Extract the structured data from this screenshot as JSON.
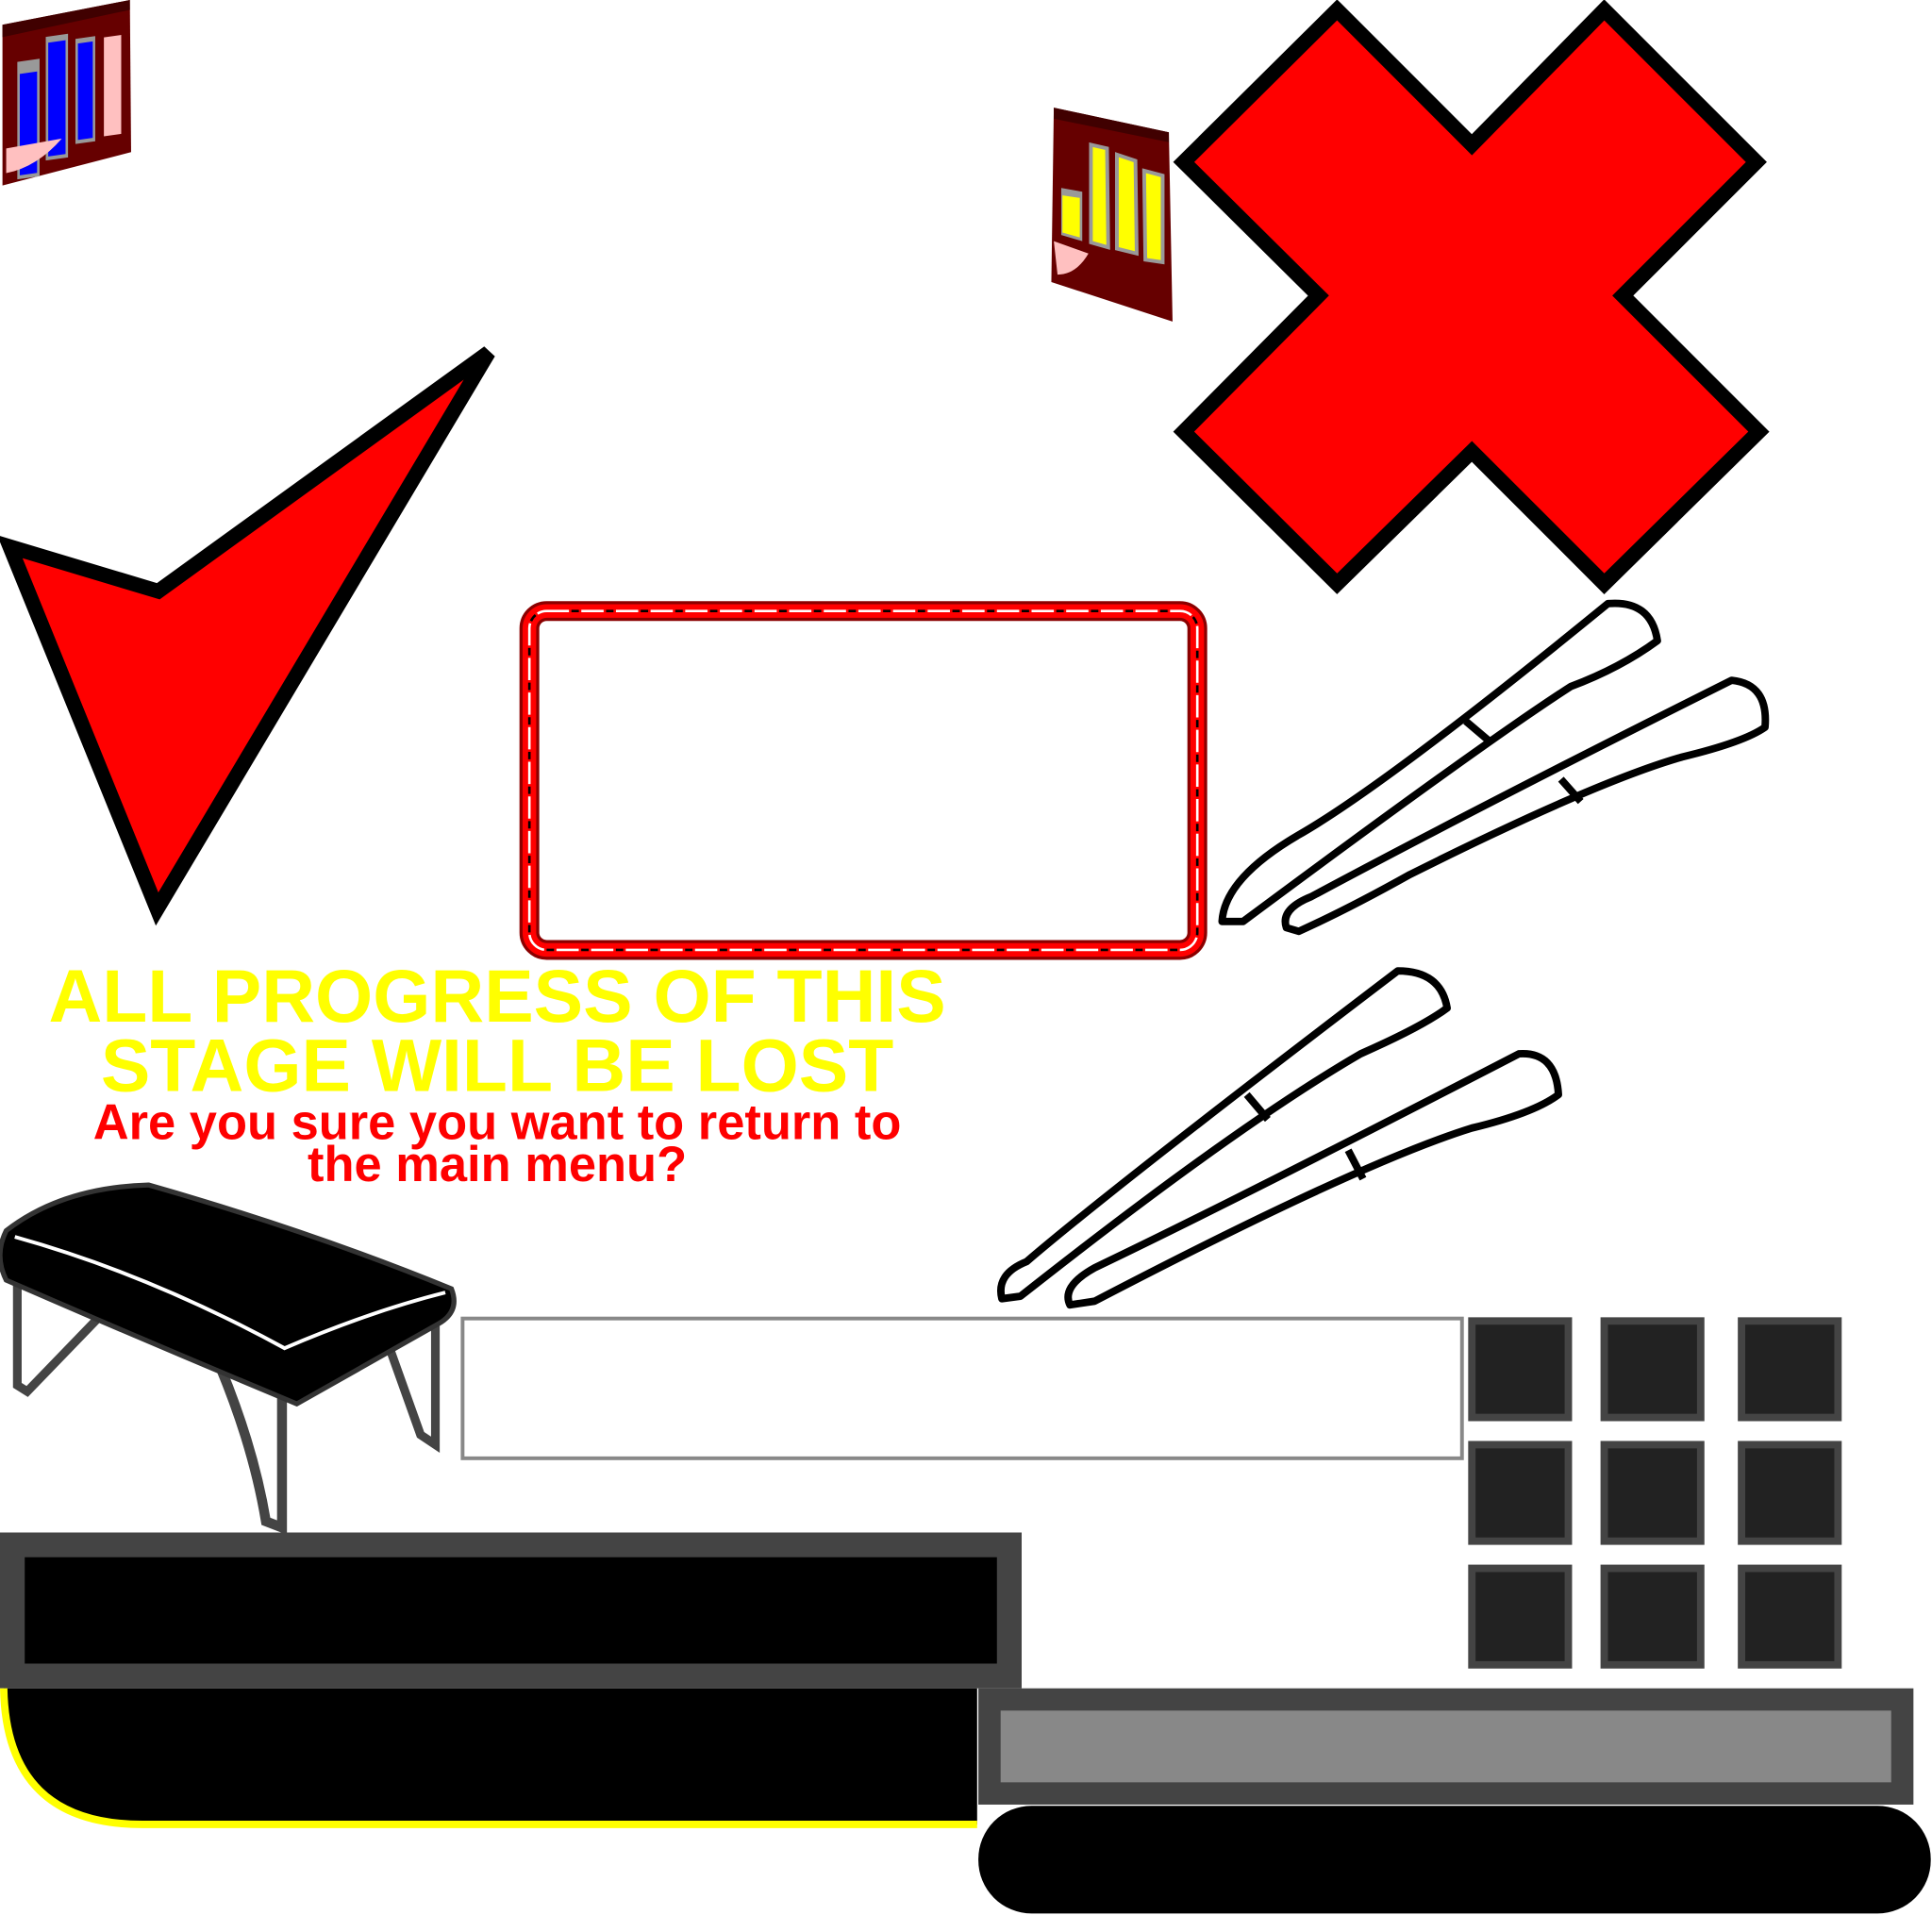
{
  "dialog": {
    "warning_line1": "ALL PROGRESS OF THIS",
    "warning_line2": "STAGE WILL BE LOST",
    "question_line1": "Are you sure you want to return to",
    "question_line2": "the main menu?"
  },
  "icons": [
    "book-blue-icon",
    "book-yellow-icon",
    "red-x-icon",
    "red-checkmark-icon",
    "rope-frame",
    "chopsticks-icon",
    "bench-icon"
  ],
  "colors": {
    "accent_red": "#ff0000",
    "warning_yellow": "#ffff00",
    "maroon": "#660000",
    "tile_dark": "#222222",
    "border_gray": "#444444",
    "bar_gray": "#888888"
  }
}
